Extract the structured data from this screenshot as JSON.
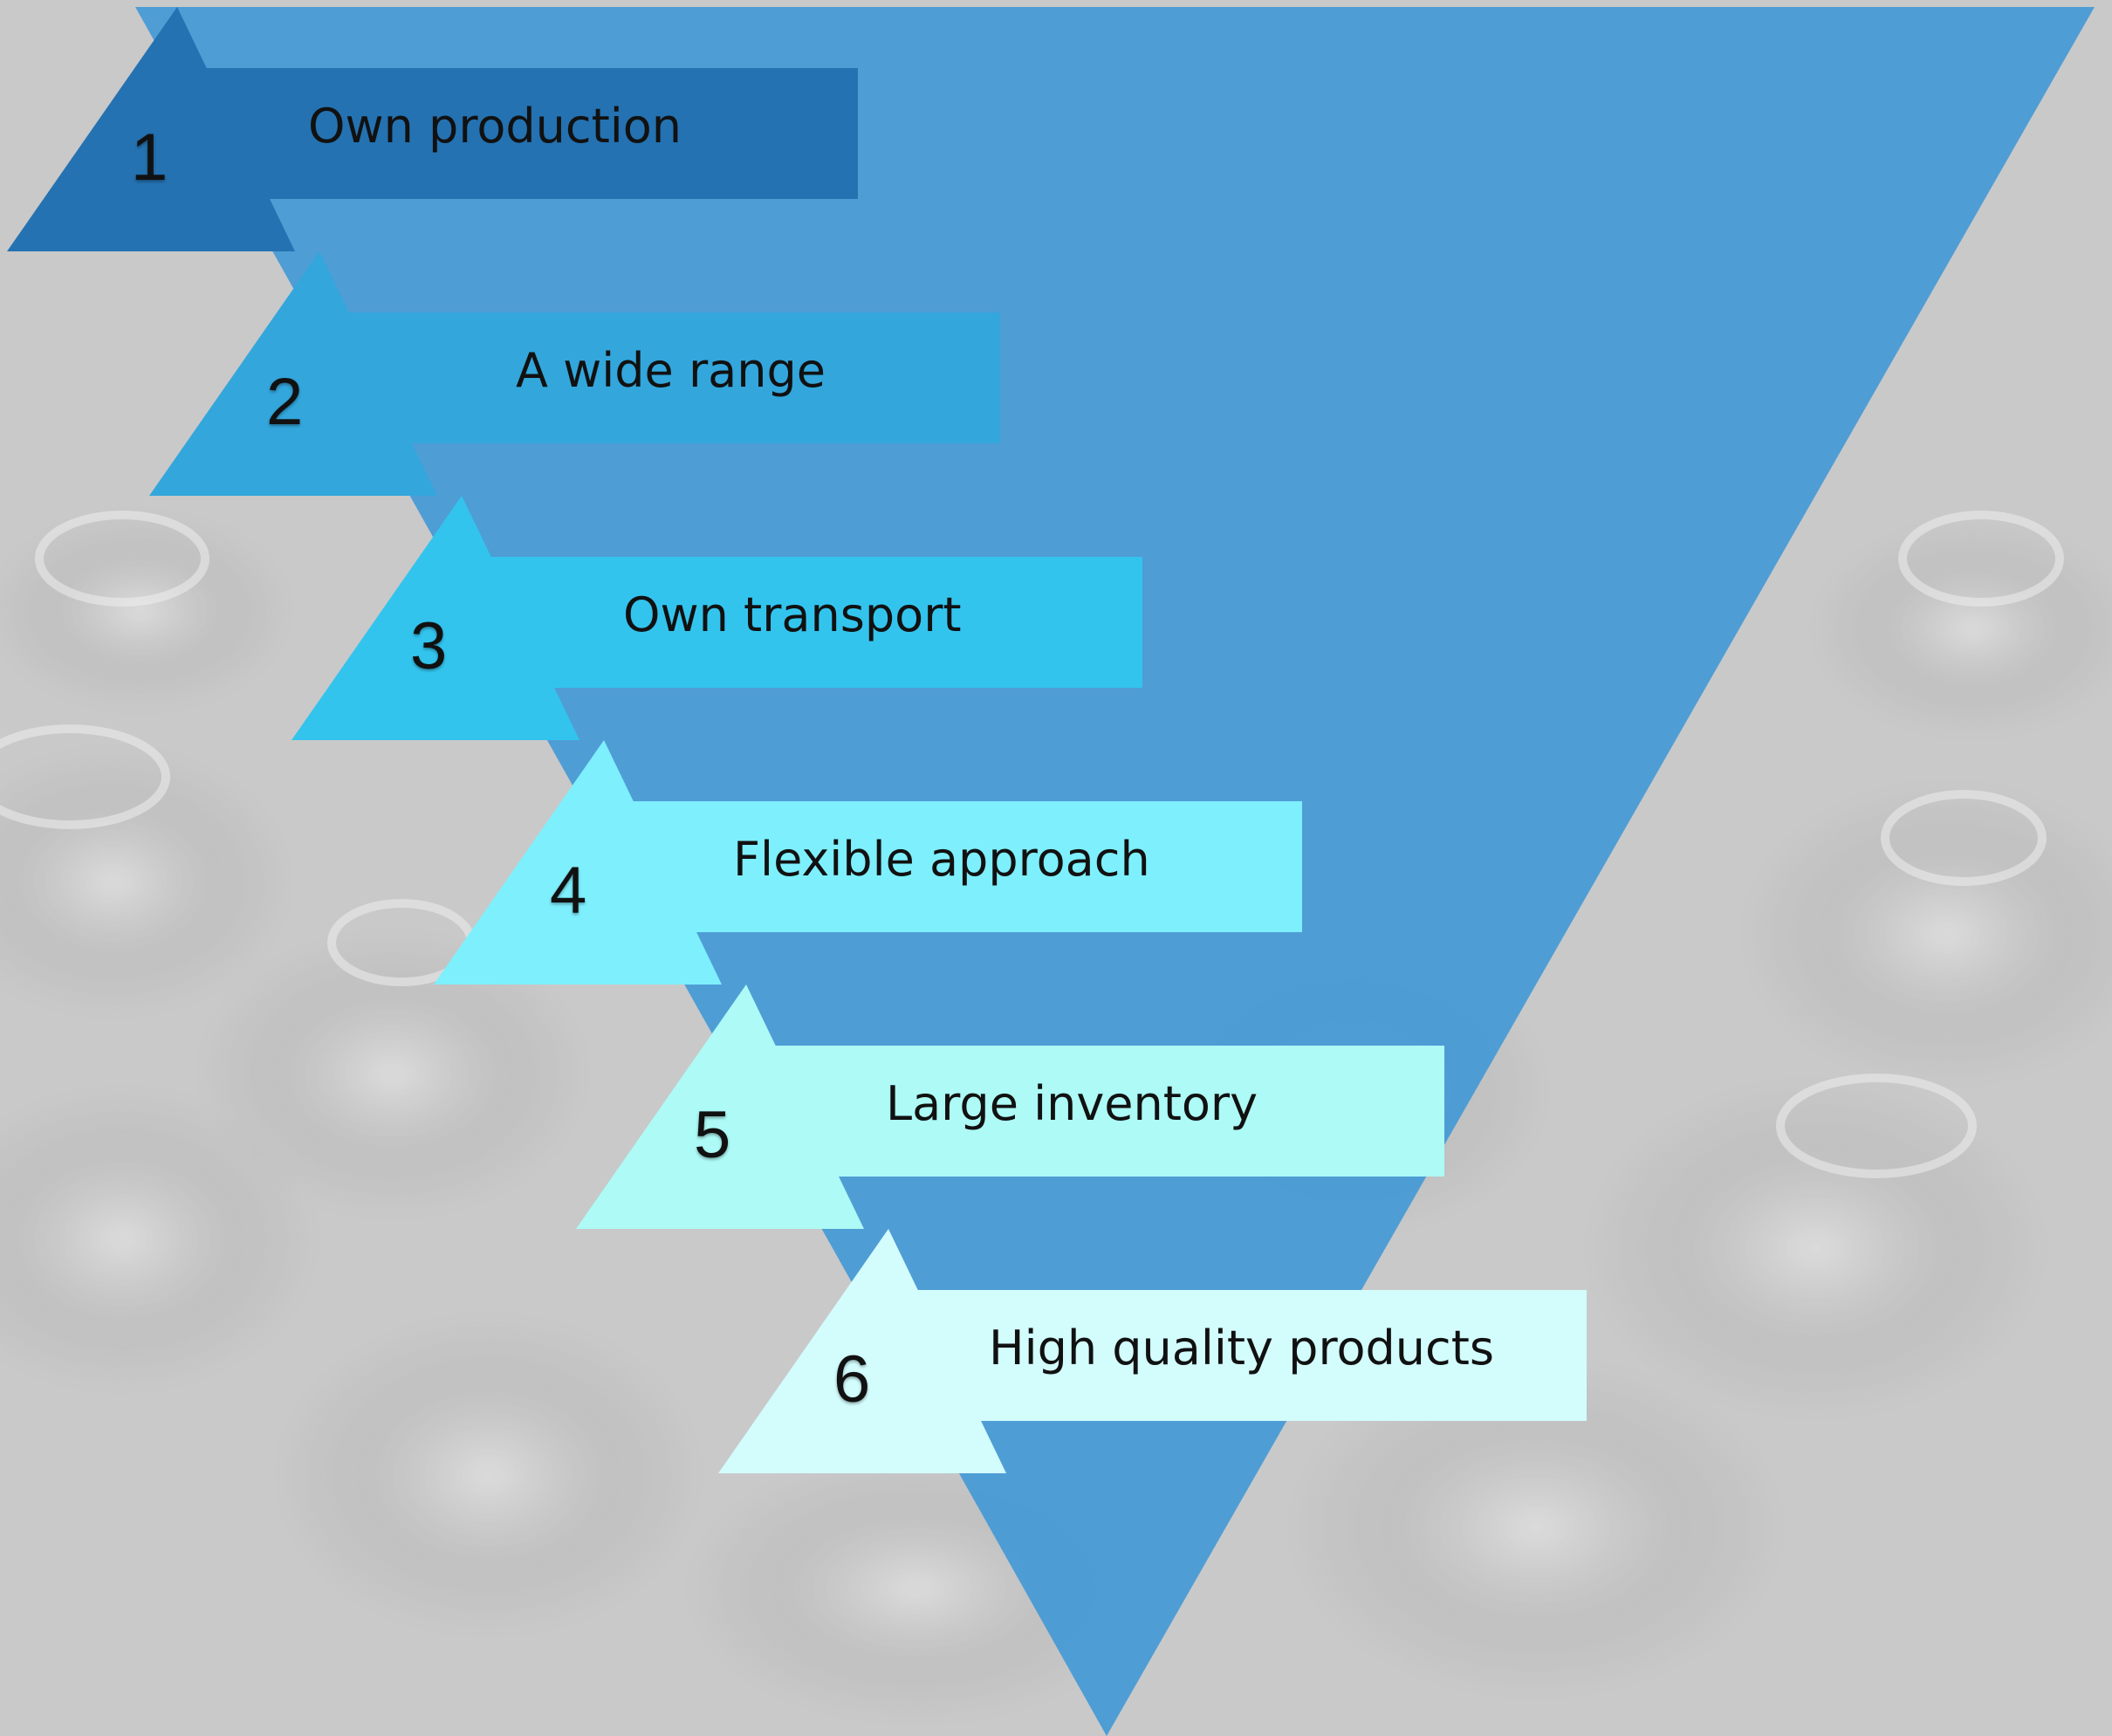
{
  "colors": {
    "background": "#c9c9c9",
    "triangle": "#4499d6"
  },
  "items": [
    {
      "number": "1",
      "label": "Own production",
      "color": "#2472b1"
    },
    {
      "number": "2",
      "label": "A wide range",
      "color": "#33a6dc"
    },
    {
      "number": "3",
      "label": "Own transport",
      "color": "#33c4ee"
    },
    {
      "number": "4",
      "label": "Flexible approach",
      "color": "#7eeffd"
    },
    {
      "number": "5",
      "label": "Large inventory",
      "color": "#adfaf6"
    },
    {
      "number": "6",
      "label": "High quality products",
      "color": "#d3fcfd"
    }
  ]
}
